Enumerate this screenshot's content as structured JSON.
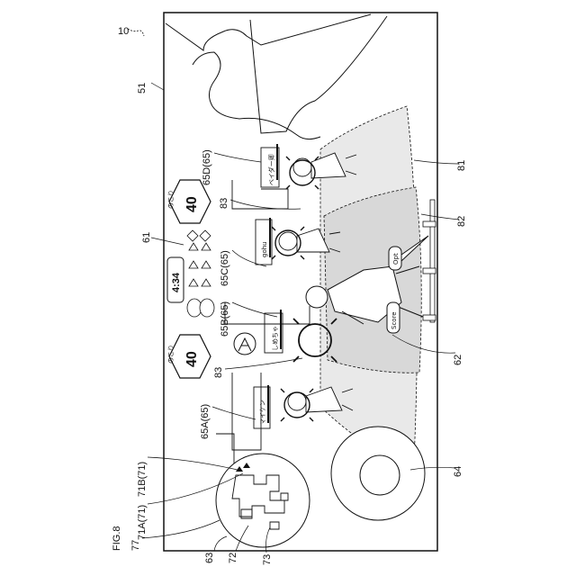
{
  "figure": {
    "title": "FIG.8",
    "ref_main": "10"
  },
  "refs": {
    "r51": "51",
    "r61": "61",
    "r65D": "65D(65)",
    "r83a": "83",
    "r65C": "65C(65)",
    "r65B": "65B(65)",
    "r83b": "83",
    "r65A": "65A(65)",
    "r71B": "71B(71)",
    "r71A": "71A(71)",
    "r77": "77",
    "r63": "63",
    "r72": "72",
    "r73": "73",
    "r64": "64",
    "r62": "62",
    "r82": "82",
    "r81": "81"
  },
  "hud": {
    "remaining_label_top": "のこり",
    "remaining_value_top": "40",
    "remaining_label_bottom": "のこり",
    "remaining_value_bottom": "40",
    "timer": "4:34",
    "score_button": "Score",
    "opt_button": "Opt"
  },
  "players": {
    "p65D": "ベイダー卿",
    "p65C": "gohu",
    "p65B": "しめちゃ",
    "p65A": "マイケン"
  }
}
